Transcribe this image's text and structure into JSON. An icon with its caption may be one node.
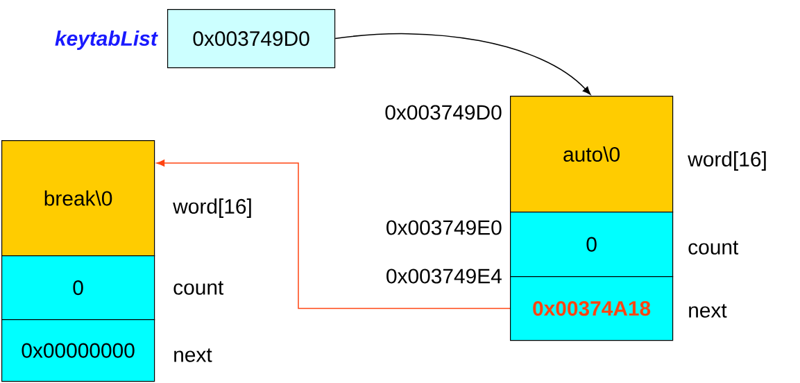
{
  "diagram": {
    "nodes": [
      {
        "text": [
          "0x003749D0"
        ],
        "beside": [
          "keytabList"
        ]
      },
      {
        "text": [
          "auto\\0"
        ],
        "beside": [
          "0x003749D0",
          "word[16]"
        ]
      },
      {
        "text": [
          "0"
        ],
        "beside": [
          "0x003749E0",
          "count"
        ]
      },
      {
        "text": [
          "0x00374A18"
        ],
        "beside": [
          "0x003749E4",
          "next"
        ]
      },
      {
        "text": [
          "break\\0"
        ],
        "beside": [
          "word[16]"
        ]
      },
      {
        "text": [
          "0"
        ],
        "beside": [
          "count"
        ]
      },
      {
        "text": [
          "0x00000000"
        ],
        "beside": [
          "next"
        ]
      }
    ],
    "edges": [
      {
        "from": 0,
        "to": 1,
        "arrow": "to",
        "color": "#000000"
      },
      {
        "from": 3,
        "to": 4,
        "arrow": "to",
        "color": "#ff4411"
      }
    ]
  }
}
